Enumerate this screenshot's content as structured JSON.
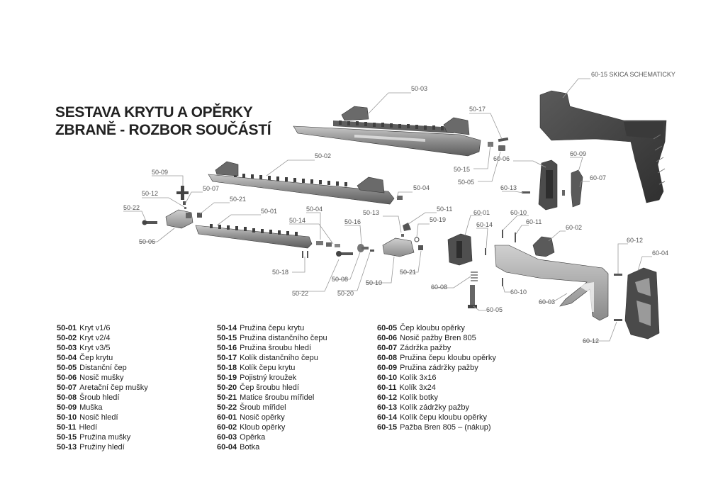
{
  "title_line1": "SESTAVA KRYTU A OPĚRKY",
  "title_line2": "ZBRANĚ - ROZBOR SOUČÁSTÍ",
  "callouts": {
    "c5003": "50-03",
    "c6015": "60-15 SKICA SCHEMATICKY",
    "c5017": "50-17",
    "c5015": "50-15",
    "c5005": "50-05",
    "c5002": "50-02",
    "c5004a": "50-04",
    "c5009": "50-09",
    "c5007": "50-07",
    "c5012": "50-12",
    "c5021a": "50-21",
    "c5022a": "50-22",
    "c5006": "50-06",
    "c5001": "50-01",
    "c5004b": "50-04",
    "c5014": "50-14",
    "c5013": "50-13",
    "c5011": "50-11",
    "c5016": "50-16",
    "c5019": "50-19",
    "c5018": "50-18",
    "c5022b": "50-22",
    "c5008": "50-08",
    "c5020": "50-20",
    "c5010": "50-10",
    "c5021b": "50-21",
    "c6006": "60-06",
    "c6009": "60-09",
    "c6007": "60-07",
    "c6013": "60-13",
    "c6001": "60-01",
    "c6010a": "60-10",
    "c6014": "60-14",
    "c6011": "60-11",
    "c6002": "60-02",
    "c6012a": "60-12",
    "c6004": "60-04",
    "c6008": "60-08",
    "c6005": "60-05",
    "c6010b": "60-10",
    "c6003": "60-03",
    "c6012b": "60-12"
  },
  "legend_col1": [
    {
      "code": "50-01",
      "name": "Kryt v1/6"
    },
    {
      "code": "50-02",
      "name": "Kryt v2/4"
    },
    {
      "code": "50-03",
      "name": "Kryt v3/5"
    },
    {
      "code": "50-04",
      "name": "Čep krytu"
    },
    {
      "code": "50-05",
      "name": "Distanční čep"
    },
    {
      "code": "50-06",
      "name": "Nosič mušky"
    },
    {
      "code": "50-07",
      "name": "Aretační čep mušky"
    },
    {
      "code": "50-08",
      "name": "Šroub hledí"
    },
    {
      "code": "50-09",
      "name": "Muška"
    },
    {
      "code": "50-10",
      "name": "Nosič hledí"
    },
    {
      "code": "50-11",
      "name": "Hledí"
    },
    {
      "code": "50-15",
      "name": "Pružina mušky"
    },
    {
      "code": "50-13",
      "name": "Pružiny hledí"
    }
  ],
  "legend_col2": [
    {
      "code": "50-14",
      "name": "Pružina čepu krytu"
    },
    {
      "code": "50-15",
      "name": "Pružina distančního čepu"
    },
    {
      "code": "50-16",
      "name": "Pružina šroubu hledí"
    },
    {
      "code": "50-17",
      "name": "Kolík distančního čepu"
    },
    {
      "code": "50-18",
      "name": "Kolík čepu krytu"
    },
    {
      "code": "50-19",
      "name": "Pojistný kroužek"
    },
    {
      "code": "50-20",
      "name": "Čep šroubu hledí"
    },
    {
      "code": "50-21",
      "name": "Matice šroubu mířidel"
    },
    {
      "code": "50-22",
      "name": "Šroub mířidel"
    },
    {
      "code": "60-01",
      "name": "Nosič opěrky"
    },
    {
      "code": "60-02",
      "name": "Kloub opěrky"
    },
    {
      "code": "60-03",
      "name": "Opěrka"
    },
    {
      "code": "60-04",
      "name": "Botka"
    }
  ],
  "legend_col3": [
    {
      "code": "60-05",
      "name": "Čep kloubu opěrky"
    },
    {
      "code": "60-06",
      "name": "Nosič pažby Bren 805"
    },
    {
      "code": "60-07",
      "name": "Zádržka pažby"
    },
    {
      "code": "60-08",
      "name": "Pružina čepu kloubu opěrky"
    },
    {
      "code": "60-09",
      "name": "Pružina zádržky pažby"
    },
    {
      "code": "60-10",
      "name": "Kolík 3x16"
    },
    {
      "code": "60-11",
      "name": "Kolík 3x24"
    },
    {
      "code": "60-12",
      "name": "Kolík botky"
    },
    {
      "code": "60-13",
      "name": "Kolík zádržky pažby"
    },
    {
      "code": "60-14",
      "name": "Kolík čepu kloubu opěrky"
    },
    {
      "code": "60-15",
      "name": "Pažba Bren 805 – (nákup)"
    }
  ]
}
